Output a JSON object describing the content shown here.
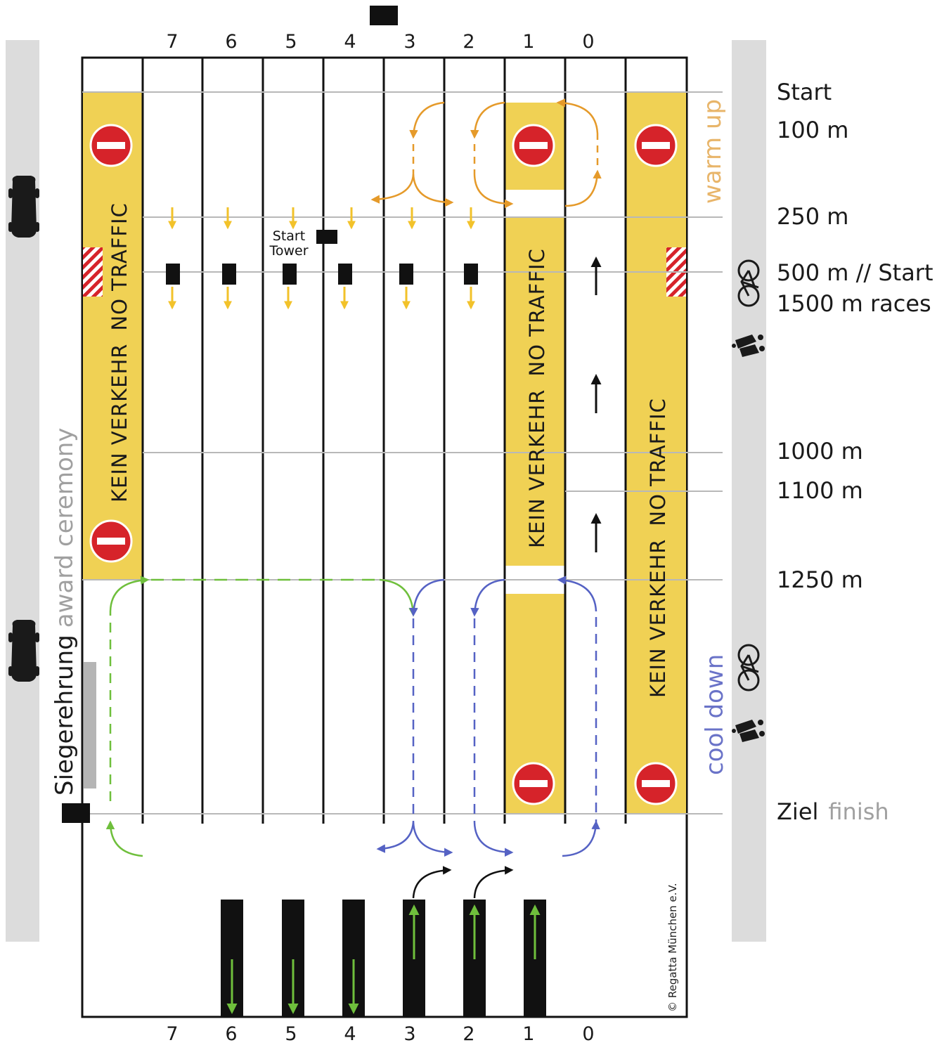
{
  "lane_numbers_top": [
    "7",
    "6",
    "5",
    "4",
    "3",
    "2",
    "1",
    "0"
  ],
  "lane_numbers_bottom": [
    "7",
    "6",
    "5",
    "4",
    "3",
    "2",
    "1",
    "0"
  ],
  "distance_labels": {
    "start": "Start",
    "m100": "100 m",
    "m250": "250 m",
    "m500_line1": "500 m // Start",
    "m500_line2": "1500 m races",
    "m1000": "1000 m",
    "m1100": "1100 m",
    "m1250": "1250 m",
    "finish_de": "Ziel",
    "finish_en": "finish"
  },
  "zones": {
    "kein_verkehr": "KEIN VERKEHR",
    "no_traffic": "NO TRAFFIC"
  },
  "side_labels": {
    "warm_up": "warm up",
    "cool_down": "cool down",
    "award_de": "Siegerehrung",
    "award_en": "award ceremony"
  },
  "start_tower": {
    "line1": "Start",
    "line2": "Tower"
  },
  "credit": "© Regatta München e.V.",
  "colors": {
    "yellow_zone": "#f0d154",
    "warmup_orange": "#e59a2a",
    "start_arrow_yellow": "#f2c22a",
    "cooldown_blue": "#5562c4",
    "award_green": "#6fbf3c",
    "no_entry_red": "#d6232a",
    "road_grey": "#dcdcdc",
    "label_grey": "#a0a0a0",
    "label_orange": "#e8b56a",
    "label_blue": "#6a73c8"
  },
  "icons": [
    "car-icon",
    "bicycle-icon",
    "inline-skater-icon",
    "no-entry-icon",
    "start-pontoon-icon"
  ]
}
